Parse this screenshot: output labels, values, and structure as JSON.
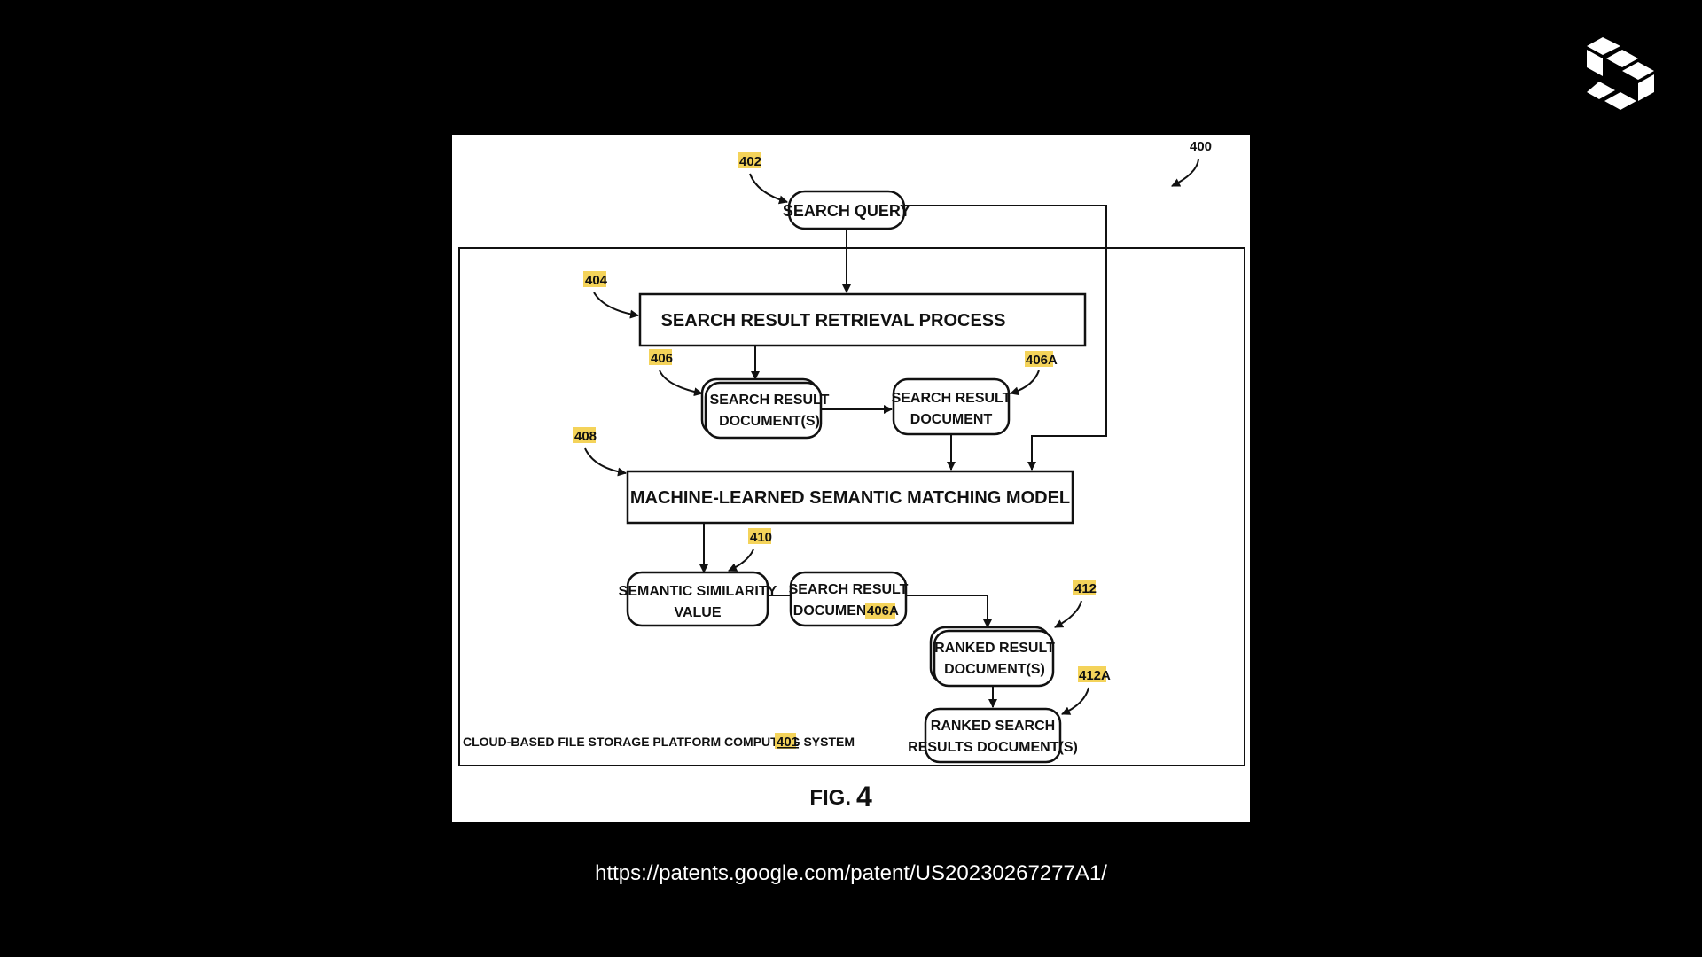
{
  "logo": {
    "icon": "stacked-s-logo-icon",
    "color": "#ffffff"
  },
  "figure": {
    "background": "#ffffff",
    "highlight_color": "#f4d35a",
    "refs": {
      "r400": "400",
      "r402": "402",
      "r404": "404",
      "r406": "406",
      "r406a": "406A",
      "r408": "408",
      "r410": "410",
      "r412": "412",
      "r412a": "412A"
    },
    "nodes": {
      "search_query": "SEARCH QUERY",
      "retrieval_process": "SEARCH RESULT RETRIEVAL PROCESS",
      "result_documents": [
        "SEARCH RESULT",
        "DOCUMENT(S)"
      ],
      "result_document": [
        "SEARCH RESULT",
        "DOCUMENT"
      ],
      "matching_model": "MACHINE-LEARNED SEMANTIC MATCHING MODEL",
      "similarity_value": [
        "SEMANTIC SIMILARITY",
        "VALUE"
      ],
      "result_document_406a": [
        "SEARCH RESULT",
        "DOCUMENT",
        "406A"
      ],
      "ranked_documents": [
        "RANKED RESULT",
        "DOCUMENT(S)"
      ],
      "ranked_search_results": [
        "RANKED SEARCH",
        "RESULTS DOCUMENT(S)"
      ]
    },
    "system_label": "CLOUD-BASED FILE STORAGE PLATFORM COMPUTING SYSTEM",
    "system_ref": "401",
    "caption_prefix": "FIG.",
    "caption_number": "4"
  },
  "source_url": "https://patents.google.com/patent/US20230267277A1/"
}
